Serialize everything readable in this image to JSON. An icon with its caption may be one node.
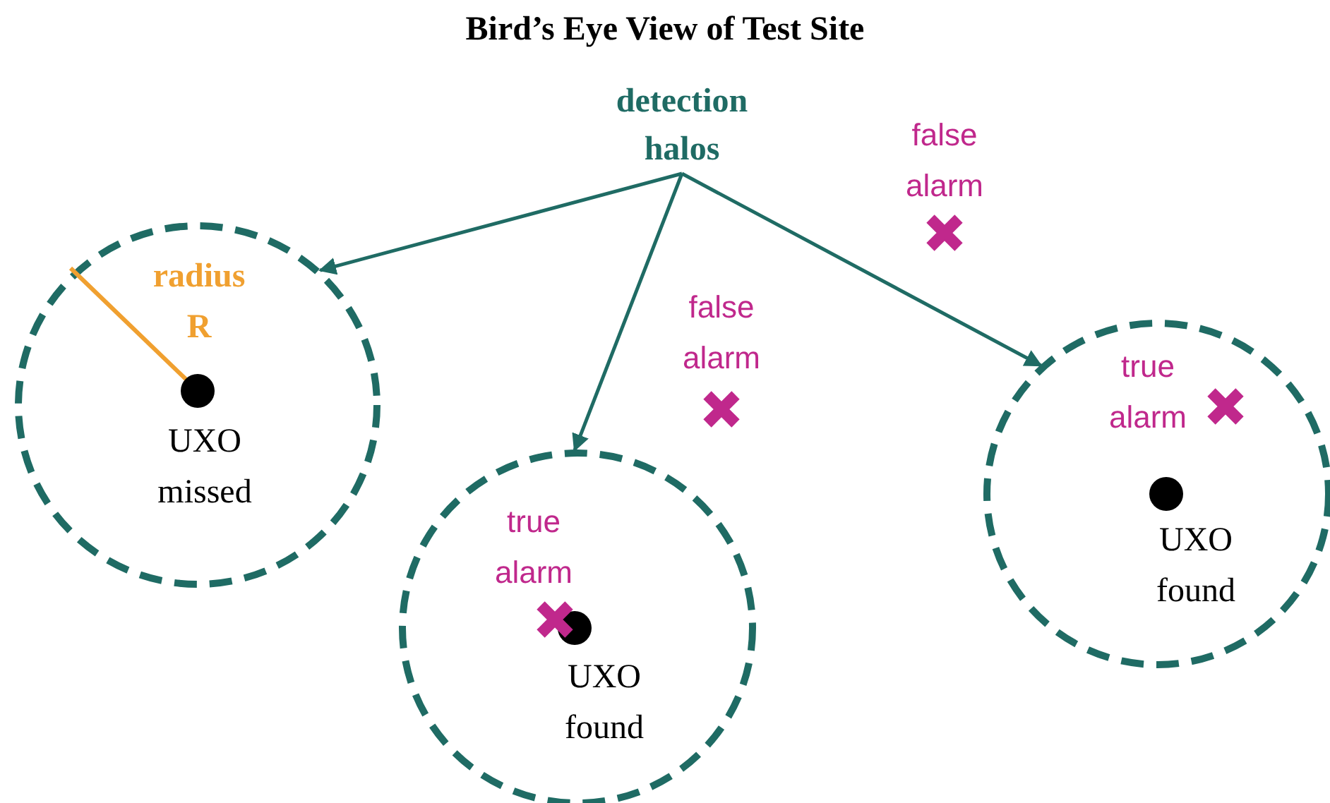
{
  "diagram": {
    "title": "Bird’s Eye View of Test Site",
    "nodes": [
      {
        "text": [
          "detection halos"
        ]
      },
      {
        "text": [
          "radius R",
          "UXO missed"
        ]
      },
      {
        "text": [
          "true alarm",
          "UXO found"
        ]
      },
      {
        "text": [
          "true alarm",
          "UXO found"
        ]
      }
    ],
    "edges": [
      {
        "from": 0,
        "to": 1,
        "arrow": "to"
      },
      {
        "from": 0,
        "to": 2,
        "arrow": "to"
      },
      {
        "from": 0,
        "to": 3,
        "arrow": "to"
      }
    ],
    "labels": [
      "false alarm",
      "false alarm"
    ]
  }
}
